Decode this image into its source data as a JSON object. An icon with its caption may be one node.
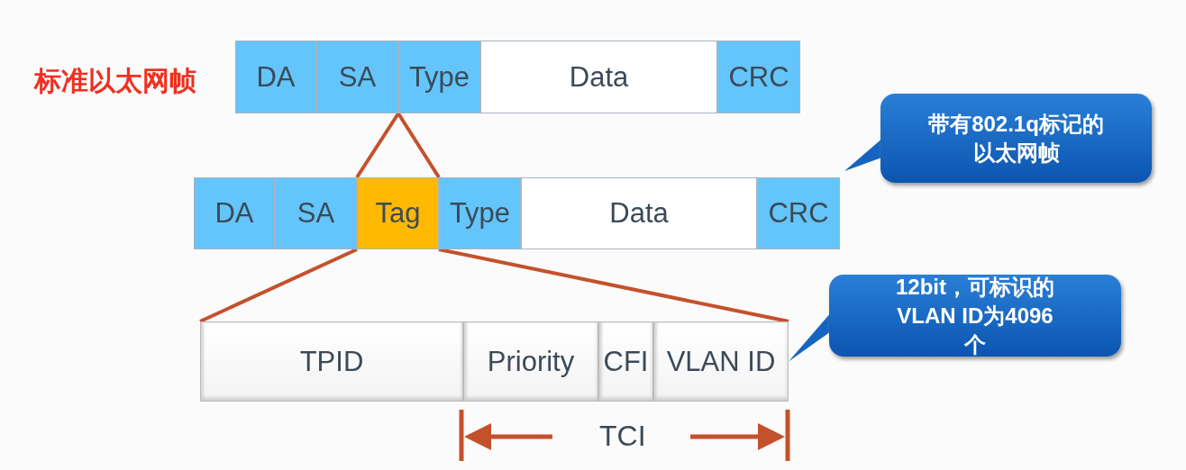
{
  "diagram": {
    "nodes": [
      {
        "text": [
          "DA"
        ]
      },
      {
        "text": [
          "SA"
        ]
      },
      {
        "text": [
          "Type"
        ]
      },
      {
        "text": [
          "Data"
        ]
      },
      {
        "text": [
          "CRC"
        ]
      },
      {
        "text": [
          "DA"
        ]
      },
      {
        "text": [
          "SA"
        ]
      },
      {
        "text": [
          "Tag"
        ]
      },
      {
        "text": [
          "Type"
        ]
      },
      {
        "text": [
          "Data"
        ]
      },
      {
        "text": [
          "CRC"
        ]
      },
      {
        "text": [
          "TPID"
        ]
      },
      {
        "text": [
          "Priority"
        ]
      },
      {
        "text": [
          "CFI"
        ]
      },
      {
        "text": [
          "VLAN ID"
        ]
      },
      {
        "text": [
          "带有802.1q标记的以太网帧"
        ]
      },
      {
        "text": [
          "12bit，可标识的VLAN ID为4096个"
        ]
      }
    ],
    "edges": [
      {
        "from": 2,
        "to": 7,
        "arrow": "none"
      },
      {
        "from": 2,
        "to": 7,
        "arrow": "none"
      },
      {
        "from": 7,
        "to": 11,
        "arrow": "none"
      },
      {
        "from": 7,
        "to": 14,
        "arrow": "none"
      },
      {
        "from": 15,
        "to": 10,
        "arrow": "to",
        "color": "#1565c0"
      },
      {
        "from": 16,
        "to": 14,
        "arrow": "to",
        "color": "#1565c0"
      }
    ],
    "labels": [
      "标准以太网帧",
      "TCI"
    ]
  }
}
